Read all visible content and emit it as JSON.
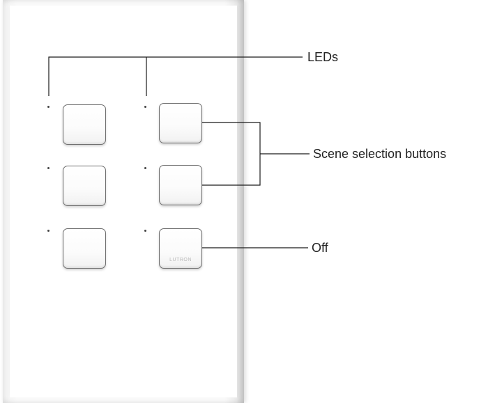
{
  "keypad": {
    "logo_text": "LUTRON",
    "buttons": [
      {
        "row": 1,
        "column": 1,
        "role": "scene"
      },
      {
        "row": 1,
        "column": 2,
        "role": "scene"
      },
      {
        "row": 2,
        "column": 1,
        "role": "scene"
      },
      {
        "row": 2,
        "column": 2,
        "role": "scene"
      },
      {
        "row": 3,
        "column": 1,
        "role": "scene"
      },
      {
        "row": 3,
        "column": 2,
        "role": "off"
      }
    ]
  },
  "labels": {
    "leds": "LEDs",
    "scene_buttons": "Scene selection buttons",
    "off": "Off"
  }
}
